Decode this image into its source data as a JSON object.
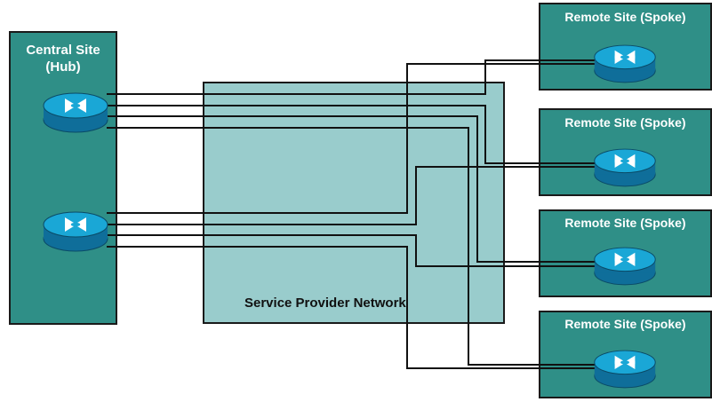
{
  "diagram": {
    "central_site": {
      "title_line1": "Central Site",
      "title_line2": "(Hub)"
    },
    "provider_cloud": {
      "label": "Service Provider Network"
    },
    "remote_sites": [
      {
        "label": "Remote Site (Spoke)"
      },
      {
        "label": "Remote Site (Spoke)"
      },
      {
        "label": "Remote Site (Spoke)"
      },
      {
        "label": "Remote Site (Spoke)"
      }
    ],
    "router_icon": "router-icon",
    "colors": {
      "site_fill": "#2f8f87",
      "provider_fill": "#99cccc",
      "router_top": "#1aa7d6",
      "router_side": "#0f6e9a",
      "link_line": "#111111",
      "label_text": "#ffffff"
    }
  }
}
